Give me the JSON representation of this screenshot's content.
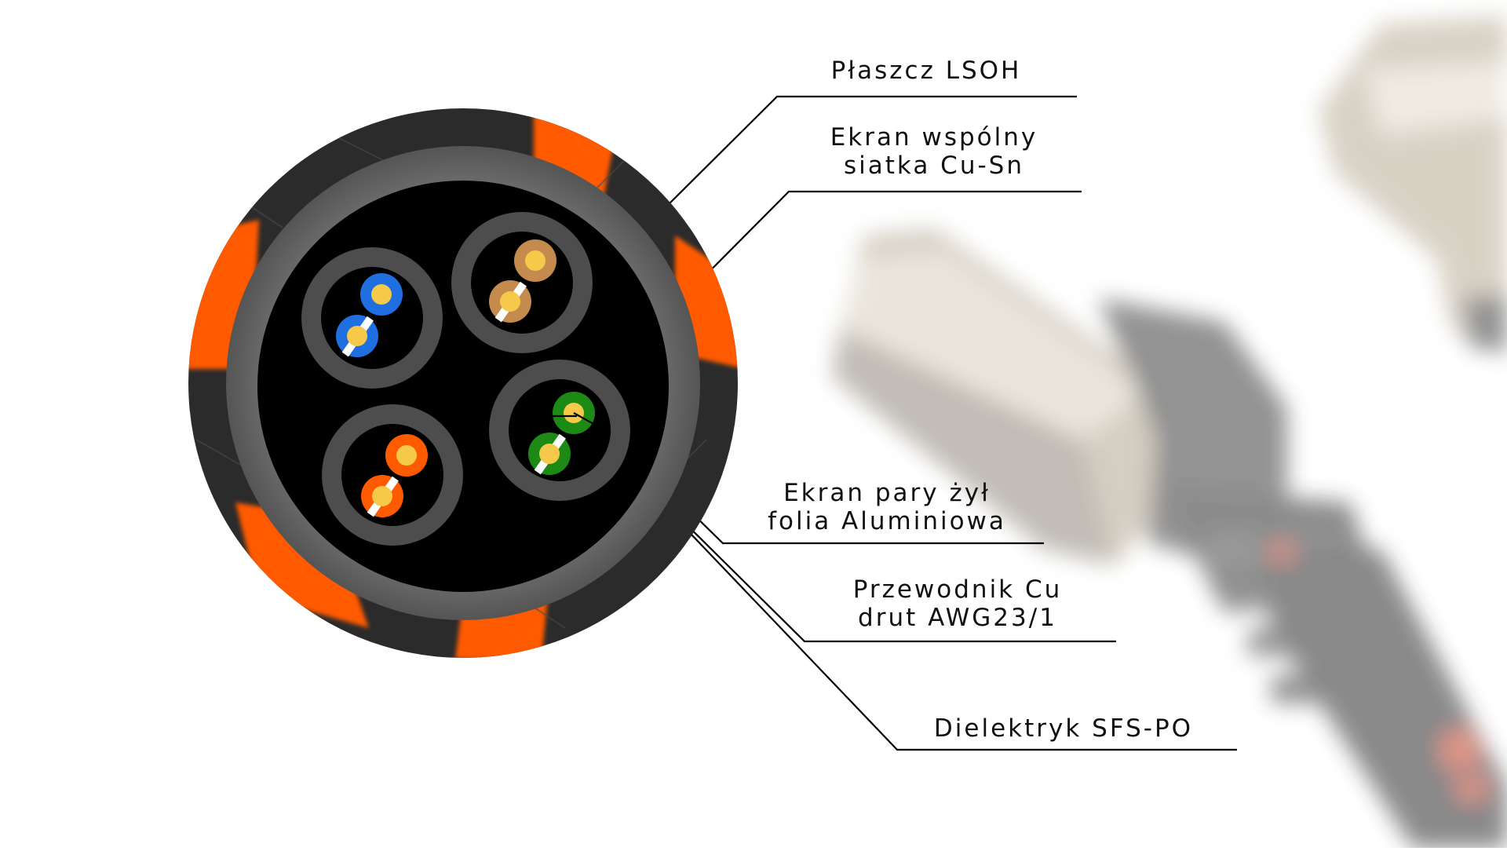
{
  "colors": {
    "jacket_orange": "#ff5a00",
    "jacket_dark": "#2b2b2b",
    "shield_gray": "#6b6b6b",
    "core_black": "#000000",
    "conductor": "#f6c94a",
    "pair_blue": "#1f6fe0",
    "pair_brown": "#c48a4e",
    "pair_green": "#1d8a16",
    "pair_orange": "#ff5a00"
  },
  "labels": {
    "jacket": "Płaszcz LSOH",
    "common_shield_1": "Ekran wspólny",
    "common_shield_2": "siatka Cu-Sn",
    "pair_shield_1": "Ekran pary żył",
    "pair_shield_2": "folia Aluminiowa",
    "conductor_1": "Przewodnik Cu",
    "conductor_2": "drut AWG23/1",
    "dielectric": "Dielektryk SFS-PO"
  }
}
